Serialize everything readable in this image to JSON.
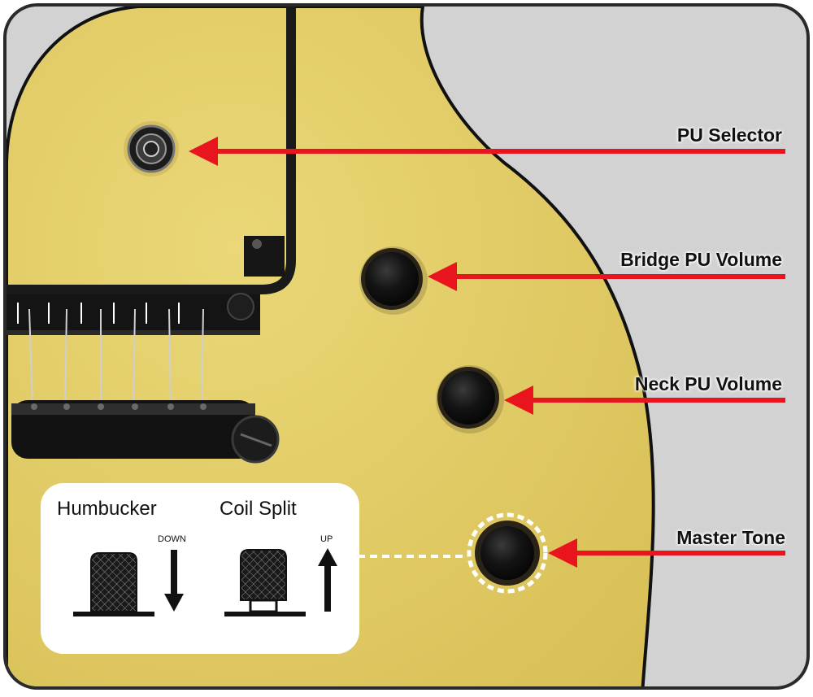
{
  "callouts": {
    "pu_selector": "PU Selector",
    "bridge_volume": "Bridge PU Volume",
    "neck_volume": "Neck PU Volume",
    "master_tone": "Master Tone"
  },
  "legend": {
    "humbucker": {
      "title": "Humbucker",
      "direction": "DOWN"
    },
    "coil_split": {
      "title": "Coil Split",
      "direction": "UP"
    }
  },
  "colors": {
    "body": "#e3cd64",
    "background": "#d2d2d2",
    "frame": "#2a2a2a",
    "arrow": "#e8141e",
    "knob": "#141414"
  },
  "icons": [
    "toggle-switch-icon",
    "knob-icon",
    "arrow-down-icon",
    "arrow-up-icon"
  ]
}
